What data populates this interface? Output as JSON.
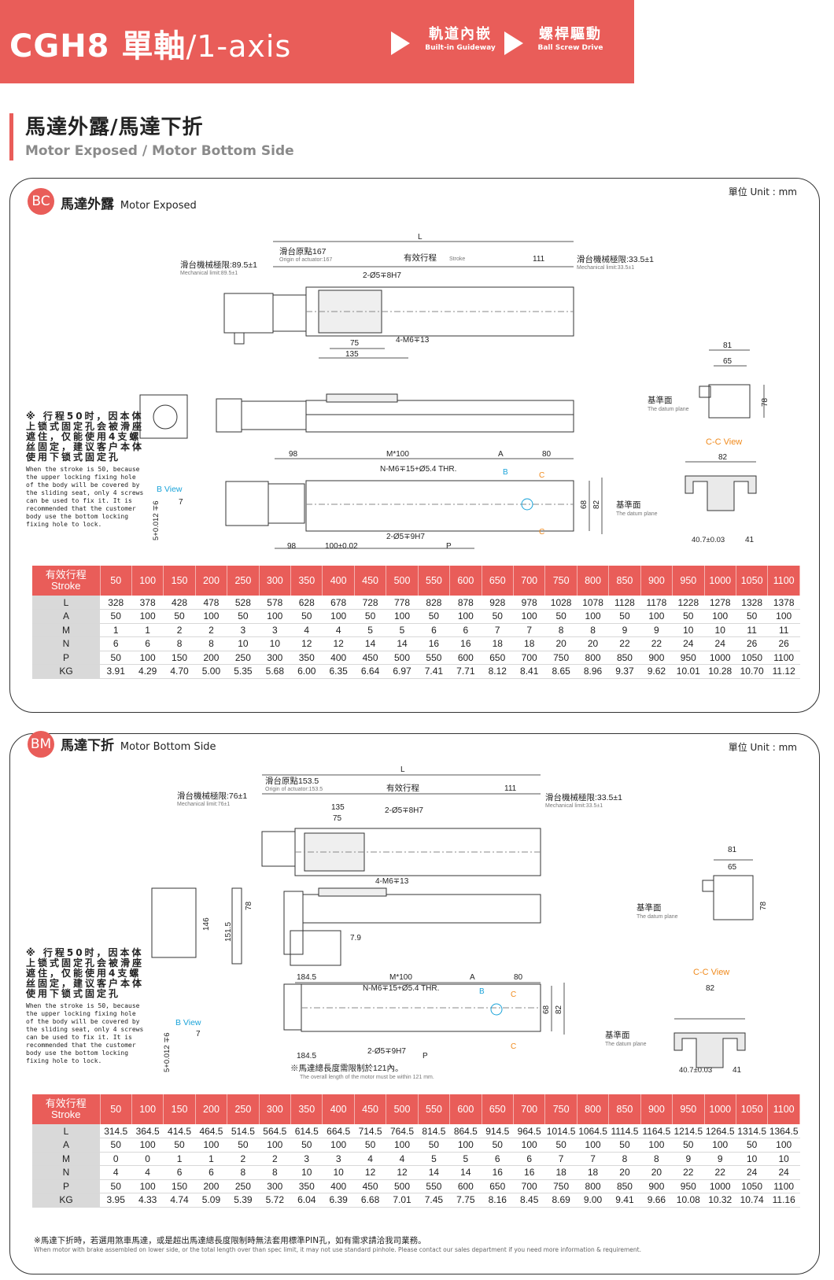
{
  "header": {
    "model": "CGH8",
    "title_zh": "單軸",
    "title_en": "/1-axis",
    "features": [
      {
        "zh": "軌道內嵌",
        "en": "Built-in Guideway"
      },
      {
        "zh": "螺桿驅動",
        "en": "Ball Screw Drive"
      }
    ]
  },
  "section": {
    "zh": "馬達外露/馬達下折",
    "en": "Motor Exposed / Motor Bottom Side"
  },
  "unit_label": "單位 Unit : mm",
  "note": {
    "zh": "※ 行程50时，因本体上锁式固定孔会被滑座遮住，仅能使用4支螺丝固定，建议客户本体使用下锁式固定孔",
    "en": "When the stroke is 50, because the upper locking fixing hole of the body will be covered by the sliding seat, only 4 screws can be used to fix it. It is recommended that the customer body use the bottom locking fixing hole to lock."
  },
  "bc": {
    "badge": "BC",
    "title_zh": "馬達外露",
    "title_en": "Motor Exposed",
    "labels": {
      "L": "L",
      "origin": "滑台原點167",
      "origin_en": "Origin of actuator:167",
      "stroke": "有效行程",
      "stroke_en": "Stroke",
      "mech_left": "滑台機械極限:89.5±1",
      "mech_left_en": "Mechanical limit:89.5±1",
      "mech_right": "滑台機械極限:33.5±1",
      "mech_right_en": "Mechanical limit:33.5±1",
      "d111": "111",
      "pin": "2-Ø5∓8H7",
      "m6": "4-M6∓13",
      "d75": "75",
      "d135": "135",
      "d81": "81",
      "d65": "65",
      "d78": "78",
      "datum": "基準面",
      "datum_en": "The datum plane",
      "ccview": "C-C View",
      "d82": "82",
      "d98": "98",
      "m100": "M*100",
      "A": "A",
      "d80": "80",
      "nm6": "N-M6∓15+Ø5.4 THR.",
      "B": "B",
      "C": "C",
      "d68": "68",
      "bview": "B View",
      "d7": "7",
      "tol": "5+0.012 ∓6",
      "d100": "100±0.02",
      "pin2": "2-Ø5∓9H7",
      "P": "P",
      "d407": "40.7±0.03",
      "d41": "41"
    },
    "table": {
      "head_zh": "有效行程",
      "head_en": "Stroke",
      "strokes": [
        "50",
        "100",
        "150",
        "200",
        "250",
        "300",
        "350",
        "400",
        "450",
        "500",
        "550",
        "600",
        "650",
        "700",
        "750",
        "800",
        "850",
        "900",
        "950",
        "1000",
        "1050",
        "1100"
      ],
      "rows": [
        {
          "k": "L",
          "v": [
            "328",
            "378",
            "428",
            "478",
            "528",
            "578",
            "628",
            "678",
            "728",
            "778",
            "828",
            "878",
            "928",
            "978",
            "1028",
            "1078",
            "1128",
            "1178",
            "1228",
            "1278",
            "1328",
            "1378"
          ]
        },
        {
          "k": "A",
          "v": [
            "50",
            "100",
            "50",
            "100",
            "50",
            "100",
            "50",
            "100",
            "50",
            "100",
            "50",
            "100",
            "50",
            "100",
            "50",
            "100",
            "50",
            "100",
            "50",
            "100",
            "50",
            "100"
          ]
        },
        {
          "k": "M",
          "v": [
            "1",
            "1",
            "2",
            "2",
            "3",
            "3",
            "4",
            "4",
            "5",
            "5",
            "6",
            "6",
            "7",
            "7",
            "8",
            "8",
            "9",
            "9",
            "10",
            "10",
            "11",
            "11"
          ]
        },
        {
          "k": "N",
          "v": [
            "6",
            "6",
            "8",
            "8",
            "10",
            "10",
            "12",
            "12",
            "14",
            "14",
            "16",
            "16",
            "18",
            "18",
            "20",
            "20",
            "22",
            "22",
            "24",
            "24",
            "26",
            "26"
          ]
        },
        {
          "k": "P",
          "v": [
            "50",
            "100",
            "150",
            "200",
            "250",
            "300",
            "350",
            "400",
            "450",
            "500",
            "550",
            "600",
            "650",
            "700",
            "750",
            "800",
            "850",
            "900",
            "950",
            "1000",
            "1050",
            "1100"
          ]
        },
        {
          "k": "KG",
          "v": [
            "3.91",
            "4.29",
            "4.70",
            "5.00",
            "5.35",
            "5.68",
            "6.00",
            "6.35",
            "6.64",
            "6.97",
            "7.41",
            "7.71",
            "8.12",
            "8.41",
            "8.65",
            "8.96",
            "9.37",
            "9.62",
            "10.01",
            "10.28",
            "10.70",
            "11.12"
          ]
        }
      ]
    }
  },
  "bm": {
    "badge": "BM",
    "title_zh": "馬達下折",
    "title_en": "Motor Bottom Side",
    "labels": {
      "L": "L",
      "origin": "滑台原點153.5",
      "origin_en": "Origin of actuator:153.5",
      "stroke": "有效行程",
      "mech_left": "滑台機械極限:76±1",
      "mech_left_en": "Mechanical limit:76±1",
      "mech_right": "滑台機械極限:33.5±1",
      "mech_right_en": "Mechanical limit:33.5±1",
      "d111": "111",
      "d135": "135",
      "d75": "75",
      "pin": "2-Ø5∓8H7",
      "m6": "4-M6∓13",
      "d81": "81",
      "d65": "65",
      "d78": "78",
      "d146": "146",
      "d1515": "151.5",
      "d78b": "78",
      "d79": "7.9",
      "datum": "基準面",
      "datum_en": "The datum plane",
      "ccview": "C-C View",
      "d82": "82",
      "d1845": "184.5",
      "m100": "M*100",
      "A": "A",
      "d80": "80",
      "nm6": "N-M6∓15+Ø5.4 THR.",
      "B": "B",
      "C": "C",
      "d68": "68",
      "bview": "B View",
      "d7": "7",
      "tol": "5+0.012 ∓6",
      "d1845b": "184.5",
      "pin2": "2-Ø5∓9H7",
      "P": "P",
      "motor_note": "※馬達總長度需限制於121內。",
      "motor_note_en": "The overall length of the motor must be within 121 mm.",
      "d407": "40.7±0.03",
      "d41": "41"
    },
    "table": {
      "head_zh": "有效行程",
      "head_en": "Stroke",
      "strokes": [
        "50",
        "100",
        "150",
        "200",
        "250",
        "300",
        "350",
        "400",
        "450",
        "500",
        "550",
        "600",
        "650",
        "700",
        "750",
        "800",
        "850",
        "900",
        "950",
        "1000",
        "1050",
        "1100"
      ],
      "rows": [
        {
          "k": "L",
          "v": [
            "314.5",
            "364.5",
            "414.5",
            "464.5",
            "514.5",
            "564.5",
            "614.5",
            "664.5",
            "714.5",
            "764.5",
            "814.5",
            "864.5",
            "914.5",
            "964.5",
            "1014.5",
            "1064.5",
            "1114.5",
            "1164.5",
            "1214.5",
            "1264.5",
            "1314.5",
            "1364.5"
          ]
        },
        {
          "k": "A",
          "v": [
            "50",
            "100",
            "50",
            "100",
            "50",
            "100",
            "50",
            "100",
            "50",
            "100",
            "50",
            "100",
            "50",
            "100",
            "50",
            "100",
            "50",
            "100",
            "50",
            "100",
            "50",
            "100"
          ]
        },
        {
          "k": "M",
          "v": [
            "0",
            "0",
            "1",
            "1",
            "2",
            "2",
            "3",
            "3",
            "4",
            "4",
            "5",
            "5",
            "6",
            "6",
            "7",
            "7",
            "8",
            "8",
            "9",
            "9",
            "10",
            "10"
          ]
        },
        {
          "k": "N",
          "v": [
            "4",
            "4",
            "6",
            "6",
            "8",
            "8",
            "10",
            "10",
            "12",
            "12",
            "14",
            "14",
            "16",
            "16",
            "18",
            "18",
            "20",
            "20",
            "22",
            "22",
            "24",
            "24"
          ]
        },
        {
          "k": "P",
          "v": [
            "50",
            "100",
            "150",
            "200",
            "250",
            "300",
            "350",
            "400",
            "450",
            "500",
            "550",
            "600",
            "650",
            "700",
            "750",
            "800",
            "850",
            "900",
            "950",
            "1000",
            "1050",
            "1100"
          ]
        },
        {
          "k": "KG",
          "v": [
            "3.95",
            "4.33",
            "4.74",
            "5.09",
            "5.39",
            "5.72",
            "6.04",
            "6.39",
            "6.68",
            "7.01",
            "7.45",
            "7.75",
            "8.16",
            "8.45",
            "8.69",
            "9.00",
            "9.41",
            "9.66",
            "10.08",
            "10.32",
            "10.74",
            "11.16"
          ]
        }
      ]
    },
    "footnote": "※馬達下折時，若選用煞車馬達，或是超出馬達總長度限制時無法套用標準PIN孔，如有需求請洽我司業務。",
    "footnote_en": "When motor with brake assembled on lower side, or the total length over than spec limit, it may not use standard pinhole. Please contact our sales department if you need more information & requirement."
  },
  "colors": {
    "accent": "#e95d59",
    "cyan": "#1aa3d9",
    "orange": "#f08a1c",
    "table_row_head": "#d9d9d9"
  }
}
